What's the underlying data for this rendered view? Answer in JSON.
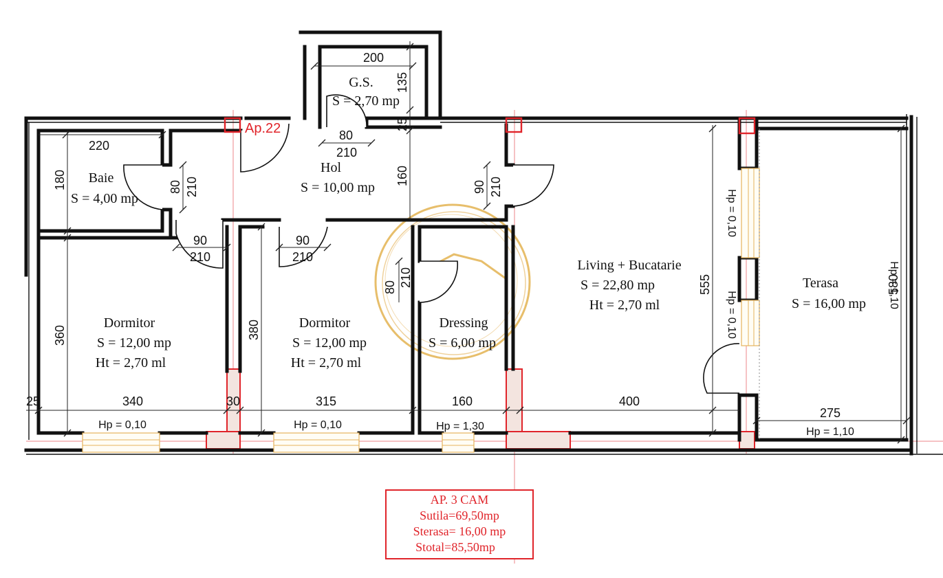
{
  "apartment_marker": "Ap.22",
  "rooms": {
    "gs": {
      "name": "G.S.",
      "area": "S = 2,70 mp"
    },
    "hol": {
      "name": "Hol",
      "area": "S = 10,00 mp"
    },
    "baie": {
      "name": "Baie",
      "area": "S = 4,00 mp"
    },
    "dorm1": {
      "name": "Dormitor",
      "area": "S = 12,00 mp",
      "height": "Ht = 2,70 ml"
    },
    "dorm2": {
      "name": "Dormitor",
      "area": "S = 12,00 mp",
      "height": "Ht = 2,70 ml"
    },
    "dressing": {
      "name": "Dressing",
      "area": "S = 6,00 mp"
    },
    "living": {
      "name": "Living + Bucatarie",
      "area": "S = 22,80 mp",
      "height": "Ht = 2,70 ml"
    },
    "terasa": {
      "name": "Terasa",
      "area": "S = 16,00 mp"
    }
  },
  "dimensions": {
    "gs_width": "200",
    "gs_depth": "135",
    "gs_wall": "25",
    "gs_door_w": "80",
    "gs_door_h": "210",
    "baie_width": "220",
    "baie_depth": "180",
    "baie_door_w": "80",
    "baie_door_h": "210",
    "hol_depth": "160",
    "living_door_w": "90",
    "living_door_h": "210",
    "dorm1_door_w": "90",
    "dorm1_door_h": "210",
    "dorm2_door_w": "90",
    "dorm2_door_h": "210",
    "dressing_door_w": "80",
    "dressing_door_h": "210",
    "dorm1_depth": "360",
    "dorm2_depth": "380",
    "living_depth": "555",
    "terasa_depth": "580",
    "bottom_wall_left": "25",
    "dorm1_width": "340",
    "partition": "30",
    "dorm2_width": "315",
    "dressing_width": "160",
    "living_width": "400",
    "terasa_width": "275"
  },
  "parapets": {
    "dorm1_window": "Hp = 0,10",
    "dorm2_window": "Hp = 0,10",
    "dressing_window": "Hp = 1,30",
    "terasa_bottom": "Hp = 1,10",
    "terasa_right": "Hp = 1,10",
    "living_window_top": "Hp = 0,10",
    "living_window_bottom": "Hp = 0,10"
  },
  "summary": {
    "title": "AP. 3 CAM",
    "useful": "Sutila=69,50mp",
    "terrace": "Sterasa= 16,00 mp",
    "total": "Stotal=85,50mp"
  },
  "colors": {
    "wall": "#111111",
    "marker_red": "#e0242a",
    "window_gold": "#e5b35c",
    "watermark_gold": "#e0a93a"
  },
  "icons": {
    "watermark": "logo-watermark-icon"
  }
}
